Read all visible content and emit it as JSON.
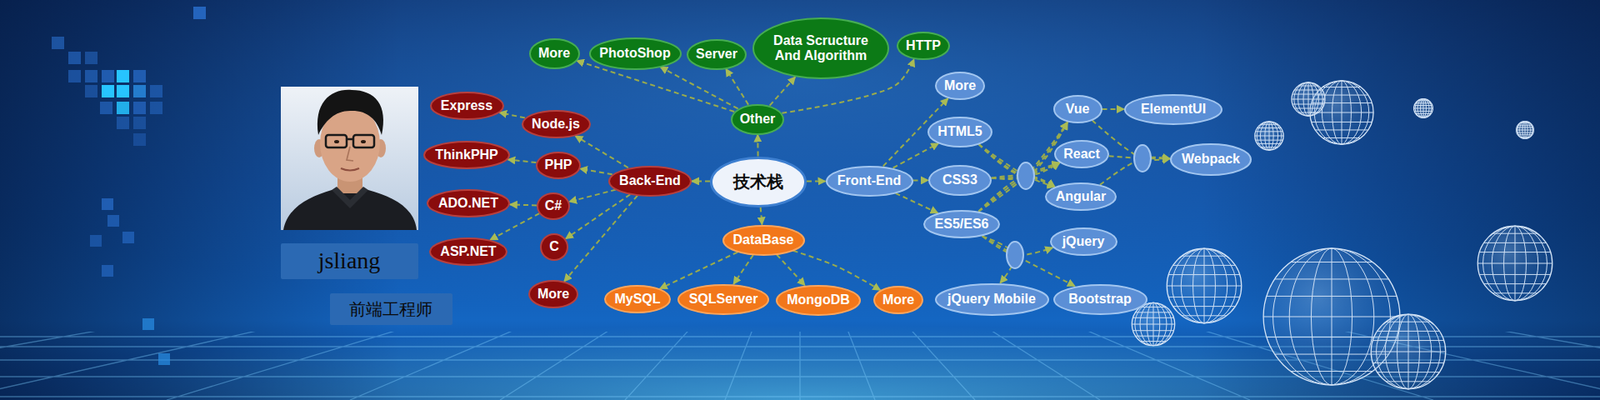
{
  "diagram": {
    "nodes": [
      {
        "text": [
          "jsliang"
        ]
      },
      {
        "text": [
          "前端工程师"
        ]
      },
      {
        "text": [
          "技术栈"
        ]
      },
      {
        "text": [
          "Other"
        ]
      },
      {
        "text": [
          "More"
        ]
      },
      {
        "text": [
          "PhotoShop"
        ]
      },
      {
        "text": [
          "Server"
        ]
      },
      {
        "text": [
          "Data Scructure And Algorithm"
        ]
      },
      {
        "text": [
          "HTTP"
        ]
      },
      {
        "text": [
          "Back-End"
        ]
      },
      {
        "text": [
          "Node.js"
        ]
      },
      {
        "text": [
          "PHP"
        ]
      },
      {
        "text": [
          "C#"
        ]
      },
      {
        "text": [
          "C"
        ]
      },
      {
        "text": [
          "More"
        ]
      },
      {
        "text": [
          "Express"
        ]
      },
      {
        "text": [
          "ThinkPHP"
        ]
      },
      {
        "text": [
          "ADO.NET"
        ]
      },
      {
        "text": [
          "ASP.NET"
        ]
      },
      {
        "text": [
          "DataBase"
        ]
      },
      {
        "text": [
          "MySQL"
        ]
      },
      {
        "text": [
          "SQLServer"
        ]
      },
      {
        "text": [
          "MongoDB"
        ]
      },
      {
        "text": [
          "More"
        ]
      },
      {
        "text": [
          "Front-End"
        ]
      },
      {
        "text": [
          "More"
        ]
      },
      {
        "text": [
          "HTML5"
        ]
      },
      {
        "text": [
          "CSS3"
        ]
      },
      {
        "text": [
          "ES5/ES6"
        ]
      },
      {
        "text": [
          "Vue"
        ]
      },
      {
        "text": [
          "React"
        ]
      },
      {
        "text": [
          "Angular"
        ]
      },
      {
        "text": [
          "ElementUI"
        ]
      },
      {
        "text": [
          "Webpack"
        ]
      },
      {
        "text": [
          "jQuery"
        ]
      },
      {
        "text": [
          "Bootstrap"
        ]
      },
      {
        "text": [
          "jQuery Mobile"
        ]
      }
    ],
    "edges": [
      {
        "from": 2,
        "to": 3,
        "arrow": "to"
      },
      {
        "from": 2,
        "to": 9,
        "arrow": "to"
      },
      {
        "from": 2,
        "to": 19,
        "arrow": "to"
      },
      {
        "from": 2,
        "to": 24,
        "arrow": "to"
      },
      {
        "from": 3,
        "to": 4,
        "arrow": "to"
      },
      {
        "from": 3,
        "to": 5,
        "arrow": "to"
      },
      {
        "from": 3,
        "to": 6,
        "arrow": "to"
      },
      {
        "from": 3,
        "to": 7,
        "arrow": "to"
      },
      {
        "from": 3,
        "to": 8,
        "arrow": "to"
      },
      {
        "from": 9,
        "to": 10,
        "arrow": "to"
      },
      {
        "from": 9,
        "to": 11,
        "arrow": "to"
      },
      {
        "from": 9,
        "to": 12,
        "arrow": "to"
      },
      {
        "from": 9,
        "to": 13,
        "arrow": "to"
      },
      {
        "from": 9,
        "to": 14,
        "arrow": "to"
      },
      {
        "from": 10,
        "to": 15,
        "arrow": "to"
      },
      {
        "from": 11,
        "to": 16,
        "arrow": "to"
      },
      {
        "from": 12,
        "to": 17,
        "arrow": "to"
      },
      {
        "from": 12,
        "to": 18,
        "arrow": "to"
      },
      {
        "from": 19,
        "to": 20,
        "arrow": "to"
      },
      {
        "from": 19,
        "to": 21,
        "arrow": "to"
      },
      {
        "from": 19,
        "to": 22,
        "arrow": "to"
      },
      {
        "from": 19,
        "to": 23,
        "arrow": "to"
      },
      {
        "from": 24,
        "to": 25,
        "arrow": "to"
      },
      {
        "from": 24,
        "to": 26,
        "arrow": "to"
      },
      {
        "from": 24,
        "to": 27,
        "arrow": "to"
      },
      {
        "from": 24,
        "to": 28,
        "arrow": "to"
      },
      {
        "from": 26,
        "to": 29,
        "arrow": "to"
      },
      {
        "from": 26,
        "to": 30,
        "arrow": "to"
      },
      {
        "from": 26,
        "to": 31,
        "arrow": "to"
      },
      {
        "from": 27,
        "to": 29,
        "arrow": "to"
      },
      {
        "from": 27,
        "to": 30,
        "arrow": "to"
      },
      {
        "from": 27,
        "to": 31,
        "arrow": "to"
      },
      {
        "from": 28,
        "to": 29,
        "arrow": "to"
      },
      {
        "from": 28,
        "to": 30,
        "arrow": "to"
      },
      {
        "from": 28,
        "to": 31,
        "arrow": "to"
      },
      {
        "from": 29,
        "to": 32,
        "arrow": "to"
      },
      {
        "from": 29,
        "to": 33,
        "arrow": "to"
      },
      {
        "from": 30,
        "to": 33,
        "arrow": "to"
      },
      {
        "from": 31,
        "to": 33,
        "arrow": "to"
      },
      {
        "from": 28,
        "to": 34,
        "arrow": "to"
      },
      {
        "from": 28,
        "to": 35,
        "arrow": "to"
      },
      {
        "from": 28,
        "to": 36,
        "arrow": "to"
      }
    ]
  }
}
